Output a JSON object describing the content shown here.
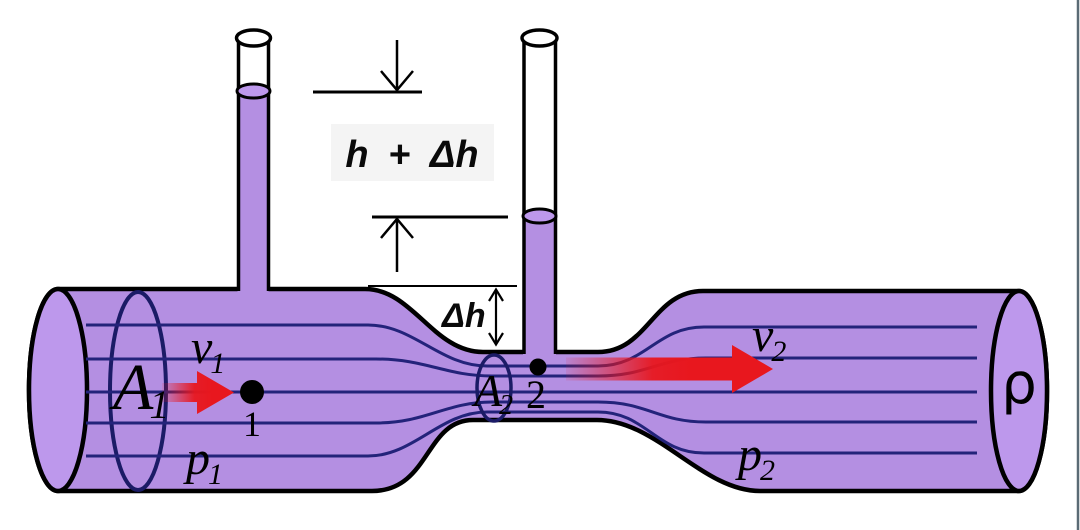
{
  "diagram": {
    "type": "venturi-tube-bernoulli",
    "background": "#ffffff",
    "colors": {
      "fluid_body": "#b48fe2",
      "fluid_caps": "#bd98ec",
      "outline": "#000000",
      "streamline": "#23237a",
      "section_ellipse": "#1b1b66",
      "flow_arrow": "#e8171e",
      "edge_line": "#5a6b75"
    },
    "annotations": {
      "height_difference": "h + Δh",
      "delta_h": "Δh"
    },
    "labels": {
      "area1": {
        "base": "A",
        "sub": "1"
      },
      "velocity1": {
        "base": "v",
        "sub": "1"
      },
      "pressure1": {
        "base": "p",
        "sub": "1"
      },
      "area2": {
        "base": "A",
        "sub": "2"
      },
      "velocity2": {
        "base": "v",
        "sub": "2"
      },
      "pressure2": {
        "base": "p",
        "sub": "2"
      },
      "density": "ρ",
      "point1": "1",
      "point2": "2"
    }
  }
}
